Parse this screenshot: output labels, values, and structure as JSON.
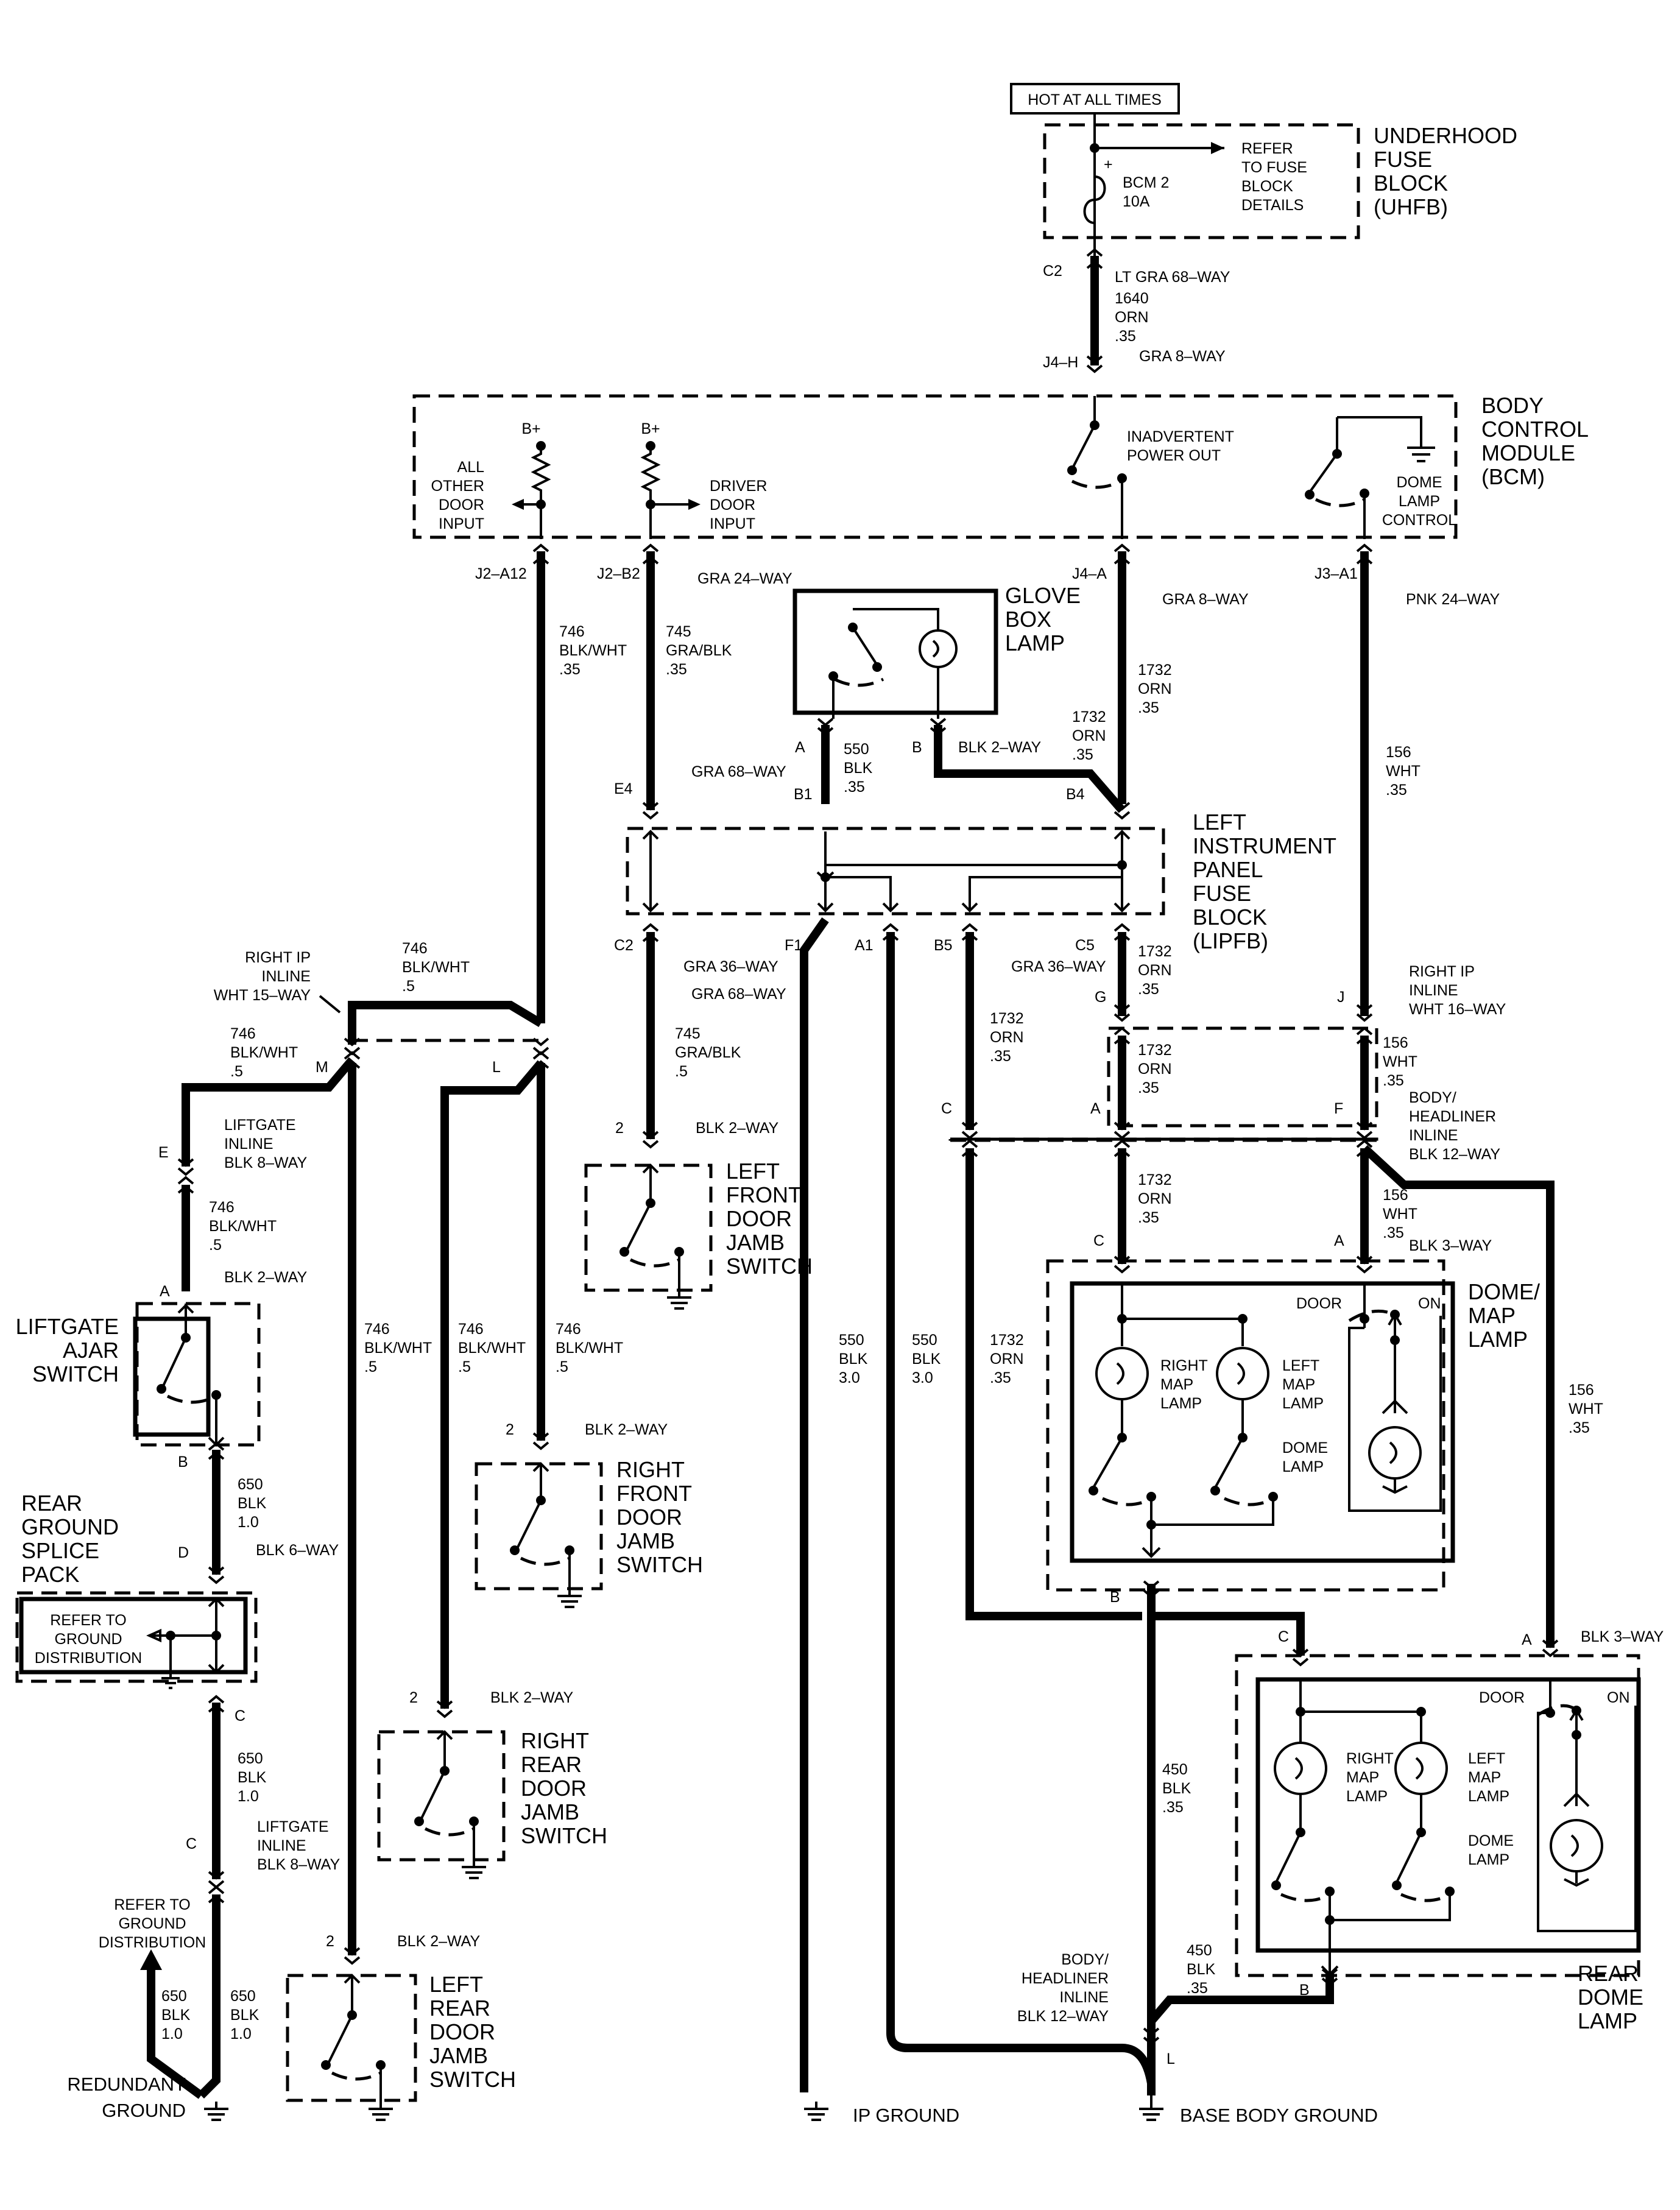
{
  "hot_label": "HOT AT ALL TIMES",
  "uhfb": {
    "name": [
      "UNDERHOOD",
      "FUSE",
      "BLOCK",
      "(UHFB)"
    ],
    "refer": [
      "REFER",
      "TO FUSE",
      "BLOCK",
      "DETAILS"
    ],
    "fuse": [
      "BCM 2",
      "10A"
    ],
    "plus": "+",
    "conn": "C2",
    "conn_desc": "LT GRA 68–WAY"
  },
  "circuit_1640": [
    "1640",
    "ORN",
    ".35"
  ],
  "bcm": {
    "name": [
      "BODY",
      "CONTROL",
      "MODULE",
      "(BCM)"
    ],
    "j4h": "J4–H",
    "j4h_desc": "GRA 8–WAY",
    "bplus": "B+",
    "all_other": [
      "ALL",
      "OTHER",
      "DOOR",
      "INPUT"
    ],
    "driver": [
      "DRIVER",
      "DOOR",
      "INPUT"
    ],
    "inadvertent": [
      "INADVERTENT",
      "POWER OUT"
    ],
    "dome": [
      "DOME",
      "LAMP",
      "CONTROL"
    ],
    "j2a12": "J2–A12",
    "j2b2": "J2–B2",
    "j2b2_desc": "GRA 24–WAY",
    "j4a": "J4–A",
    "j4a_desc": "GRA 8–WAY",
    "j3a1": "J3–A1",
    "j3a1_desc": "PNK 24–WAY"
  },
  "glove": {
    "name": [
      "GLOVE",
      "BOX",
      "LAMP"
    ],
    "a": "A",
    "b": "B",
    "b_desc": "BLK 2–WAY"
  },
  "lipfb": {
    "name": [
      "LEFT",
      "INSTRUMENT",
      "PANEL",
      "FUSE",
      "BLOCK",
      "(LIPFB)"
    ],
    "e4": "E4",
    "e4_desc": "GRA 68–WAY",
    "b1": "B1",
    "b4": "B4",
    "c2": "C2",
    "c2_desc": "GRA 36–WAY",
    "f1": "F1",
    "f1_desc": "GRA 68–WAY",
    "a1": "A1",
    "b5": "B5",
    "b5_desc": "GRA 36–WAY",
    "c5": "C5"
  },
  "circuits": {
    "c746a": [
      "746",
      "BLK/WHT",
      ".35"
    ],
    "c745a": [
      "745",
      "GRA/BLK",
      ".35"
    ],
    "c550a": [
      "550",
      "BLK",
      ".35"
    ],
    "c1732a": [
      "1732",
      "ORN",
      ".35"
    ],
    "c1732b": [
      "1732",
      "ORN",
      ".35"
    ],
    "c156a": [
      "156",
      "WHT",
      ".35"
    ],
    "c745b": [
      "745",
      "GRA/BLK",
      ".5"
    ],
    "c1732c": [
      "1732",
      "ORN",
      ".35"
    ],
    "c1732d": [
      "1732",
      "ORN",
      ".35"
    ],
    "c1732e": [
      "1732",
      "ORN",
      ".35"
    ],
    "c1732f": [
      "1732",
      "ORN",
      ".35"
    ],
    "c156b": [
      "156",
      "WHT",
      ".35"
    ],
    "c156c": [
      "156",
      "WHT",
      ".35"
    ],
    "c156d": [
      "156",
      "WHT",
      ".35"
    ],
    "c746b": [
      "746",
      "BLK/WHT",
      ".5"
    ],
    "c746c": [
      "746",
      "BLK/WHT",
      ".5"
    ],
    "c746d": [
      "746",
      "BLK/WHT",
      ".5"
    ],
    "c746e": [
      "746",
      "BLK/WHT",
      ".5"
    ],
    "c746f": [
      "746",
      "BLK/WHT",
      ".5"
    ],
    "c746g": [
      "746",
      "BLK/WHT",
      ".5"
    ],
    "c550b": [
      "550",
      "BLK",
      "3.0"
    ],
    "c550c": [
      "550",
      "BLK",
      "3.0"
    ],
    "c1732g": [
      "1732",
      "ORN",
      ".35"
    ],
    "c650a": [
      "650",
      "BLK",
      "1.0"
    ],
    "c650b": [
      "650",
      "BLK",
      "1.0"
    ],
    "c650c": [
      "650",
      "BLK",
      "1.0"
    ],
    "c650d": [
      "650",
      "BLK",
      "1.0"
    ],
    "c450a": [
      "450",
      "BLK",
      ".35"
    ],
    "c450b": [
      "450",
      "BLK",
      ".35"
    ]
  },
  "right_ip_15": {
    "lines": [
      "RIGHT IP",
      "INLINE",
      "WHT 15–WAY"
    ],
    "m": "M",
    "l": "L"
  },
  "right_ip_16": {
    "lines": [
      "RIGHT IP",
      "INLINE",
      "WHT 16–WAY"
    ],
    "j": "J",
    "g": "G"
  },
  "body_headliner": {
    "lines": [
      "BODY/",
      "HEADLINER",
      "INLINE",
      "BLK 12–WAY"
    ],
    "a": "A",
    "f": "F",
    "c": "C",
    "c_bot": "C",
    "a_bot": "A",
    "a_desc": "BLK 3–WAY"
  },
  "left_front": {
    "name": [
      "LEFT",
      "FRONT",
      "DOOR",
      "JAMB",
      "SWITCH"
    ],
    "pin": "2",
    "desc": "BLK 2–WAY"
  },
  "right_front": {
    "name": [
      "RIGHT",
      "FRONT",
      "DOOR",
      "JAMB",
      "SWITCH"
    ],
    "pin": "2",
    "desc": "BLK 2–WAY"
  },
  "right_rear": {
    "name": [
      "RIGHT",
      "REAR",
      "DOOR",
      "JAMB",
      "SWITCH"
    ],
    "pin": "2",
    "desc": "BLK 2–WAY"
  },
  "left_rear": {
    "name": [
      "LEFT",
      "REAR",
      "DOOR",
      "JAMB",
      "SWITCH"
    ],
    "pin": "2",
    "desc": "BLK 2–WAY"
  },
  "liftgate_inline_1": {
    "e": "E",
    "lines": [
      "LIFTGATE",
      "INLINE",
      "BLK 8–WAY"
    ]
  },
  "liftgate_switch": {
    "name": [
      "LIFTGATE",
      "AJAR",
      "SWITCH"
    ],
    "a": "A",
    "a_desc": "BLK 2–WAY",
    "b": "B"
  },
  "splice": {
    "name": [
      "REAR",
      "GROUND",
      "SPLICE",
      "PACK"
    ],
    "d": "D",
    "d_desc": "BLK 6–WAY",
    "refer": [
      "REFER TO",
      "GROUND",
      "DISTRIBUTION"
    ],
    "c": "C"
  },
  "liftgate_inline_2": {
    "c": "C",
    "lines": [
      "LIFTGATE",
      "INLINE",
      "BLK 8–WAY"
    ]
  },
  "refer_ground": [
    "REFER TO",
    "GROUND",
    "DISTRIBUTION"
  ],
  "dome_map": {
    "name": [
      "DOME/",
      "MAP",
      "LAMP"
    ],
    "door": "DOOR",
    "on": "ON",
    "right": [
      "RIGHT",
      "MAP",
      "LAMP"
    ],
    "left": [
      "LEFT",
      "MAP",
      "LAMP"
    ],
    "dome": [
      "DOME",
      "LAMP"
    ],
    "c": "C",
    "a": "A",
    "a_desc": "BLK 3–WAY",
    "b": "B"
  },
  "rear_dome": {
    "name": [
      "REAR",
      "DOME",
      "LAMP"
    ],
    "door": "DOOR",
    "on": "ON",
    "right": [
      "RIGHT",
      "MAP",
      "LAMP"
    ],
    "left": [
      "LEFT",
      "MAP",
      "LAMP"
    ],
    "dome": [
      "DOME",
      "LAMP"
    ],
    "b": "B"
  },
  "body_headliner_bot": {
    "lines": [
      "BODY/",
      "HEADLINER",
      "INLINE",
      "BLK 12–WAY"
    ],
    "l": "L"
  },
  "grounds": {
    "redundant": [
      "REDUNDANT",
      "GROUND"
    ],
    "ip": "IP GROUND",
    "base": "BASE BODY GROUND"
  }
}
